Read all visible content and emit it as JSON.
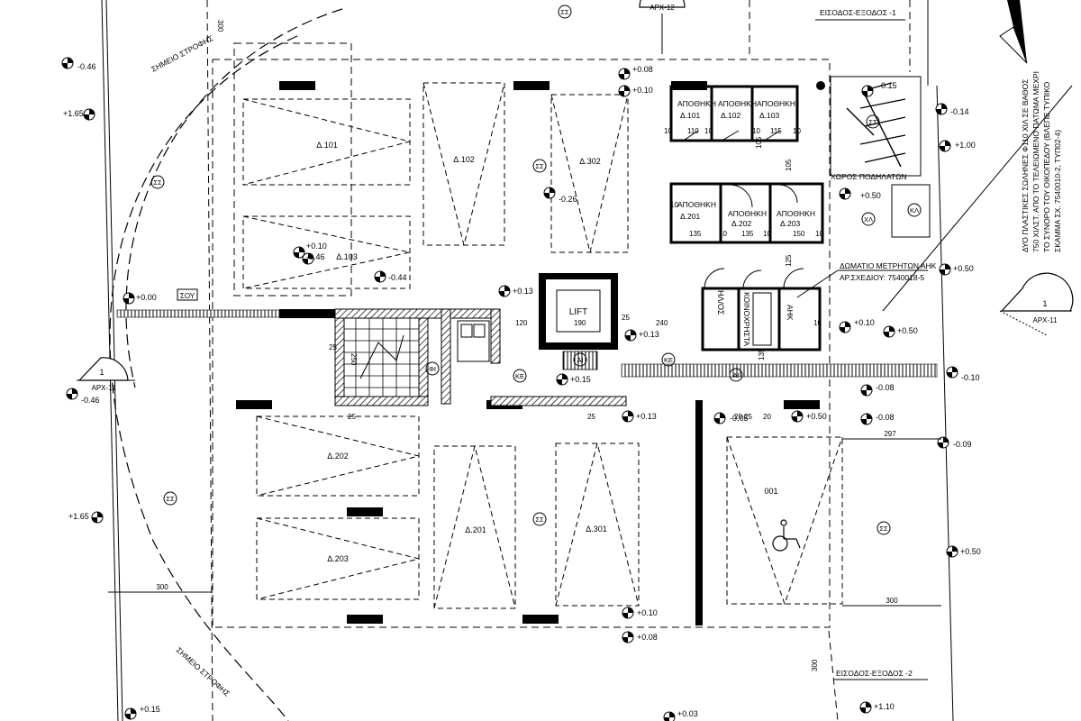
{
  "reference_marks": [
    {
      "label": "ΑΡΧ-12",
      "number": ""
    },
    {
      "label": "ΑΡΧ-11",
      "number": "1"
    },
    {
      "label": "ΑΡΧ-11",
      "number": "1"
    }
  ],
  "entrance_labels": [
    "ΕΙΣΟΔΟΣ-ΕΞΟΔΟΣ -1",
    "ΕΙΣΟΔΟΣ-ΕΞΟΔΟΣ -2"
  ],
  "turning_labels": [
    "ΣΗΜΕΙΟ ΣΤΡΟΦΗΣ",
    "ΣΗΜΕΙΟ ΣΤΡΟΦΗΣ"
  ],
  "parking_spots": [
    "Δ.101",
    "Δ.102",
    "Δ.103",
    "Δ.302",
    "Δ.202",
    "Δ.201",
    "Δ.301",
    "Δ.203",
    "001"
  ],
  "storage_rooms": [
    {
      "title": "ΑΠΟΘΗΚΗ",
      "id": "Δ.101"
    },
    {
      "title": "ΑΠΟΘΗΚΗ",
      "id": "Δ.102"
    },
    {
      "title": "ΑΠΟΘΗΚΗ",
      "id": "Δ.103"
    },
    {
      "title": "ΑΠΟΘΗΚΗ",
      "id": "Δ.201"
    },
    {
      "title": "ΑΠΟΘΗΚΗ",
      "id": "Δ.202"
    },
    {
      "title": "ΑΠΟΘΗΚΗ",
      "id": "Δ.203"
    }
  ],
  "rooms": {
    "lift": "LIFT",
    "bicycle": "ΧΩΡΟΣ ΠΟΔΗΛΑΤΩΝ",
    "meter_room": "ΔΩΜΑΤΙΟ ΜΕΤΡΗΤΩΝ ΑΗΚ",
    "drawing_no": "ΑΡ.ΣΧΕΔΙΟΥ: 7540018-5",
    "el": "ΗΛ/ΟΣ",
    "common": "ΚΟΙΝΟΧΡΗΣΤΑ",
    "ahk": "ΑΗΚ",
    "soy": "ΣΟΥ"
  },
  "side_note": [
    "ΔΥΟ ΠΛΑΣΤΙΚΕΣ ΣΩΛΗΝΕΣ Φ110 ΧΙΛ ΣΕ ΒΑΘΟΣ",
    "750 ΧΙΛΣΤ. ΑΠΟ ΤΟ ΤΕΛΕΙΩΜΕΝΟ ΠΑΤΩΜΑ ΜΕΧΡΙ",
    "ΤΟ ΣΥΝΟΡΟ ΤΟΥ ΟΙΚΟΠΕΔΟΥ (ΒΛΕΠΕ ΤΥΠΙΚΟ",
    "ΣΚΑΜΜΑ ΣΧ. 7540010-2, ΤΥΠ02-4)"
  ],
  "area_codes": [
    "ΣΣ",
    "ΣΣ",
    "ΣΣ",
    "ΣΣ",
    "ΣΣ",
    "ΣΣ",
    "ΣΣ",
    "ΣΣ",
    "ΣΣ",
    "ΚΕ",
    "ΚΕ",
    "ΧΛ",
    "ΚΛ",
    "ΑΙ",
    "ΑΙ",
    "ΑΙ",
    "ΦΙ"
  ],
  "levels": [
    "-0.46",
    "+1.65",
    "-0.46",
    "+1.65",
    "+0.15",
    "+0.08",
    "+0.10",
    "+0.10",
    "+0.08",
    "-0.26",
    "+0.10",
    "-0.46",
    "-0.44",
    "+0.00",
    "+0.13",
    "+0.13",
    "+0.15",
    "+0.13",
    "-0.05",
    "+0.50",
    "-0.15",
    "-0.14",
    "+1.00",
    "+0.50",
    "+0.50",
    "+0.10",
    "+0.50",
    "-0.10",
    "-0.08",
    "-0.08",
    "-0.09",
    "+0.50",
    "+1.10",
    "+0.03"
  ],
  "dimensions": [
    "300",
    "300",
    "300",
    "300",
    "297",
    "25",
    "120",
    "190",
    "25",
    "240",
    "25",
    "25",
    "250",
    "20",
    "25",
    "10",
    "110",
    "10",
    "10",
    "115",
    "10",
    "135",
    "10",
    "135",
    "10",
    "150",
    "10",
    "105",
    "105",
    "125",
    "135",
    "10",
    "20",
    "10"
  ]
}
